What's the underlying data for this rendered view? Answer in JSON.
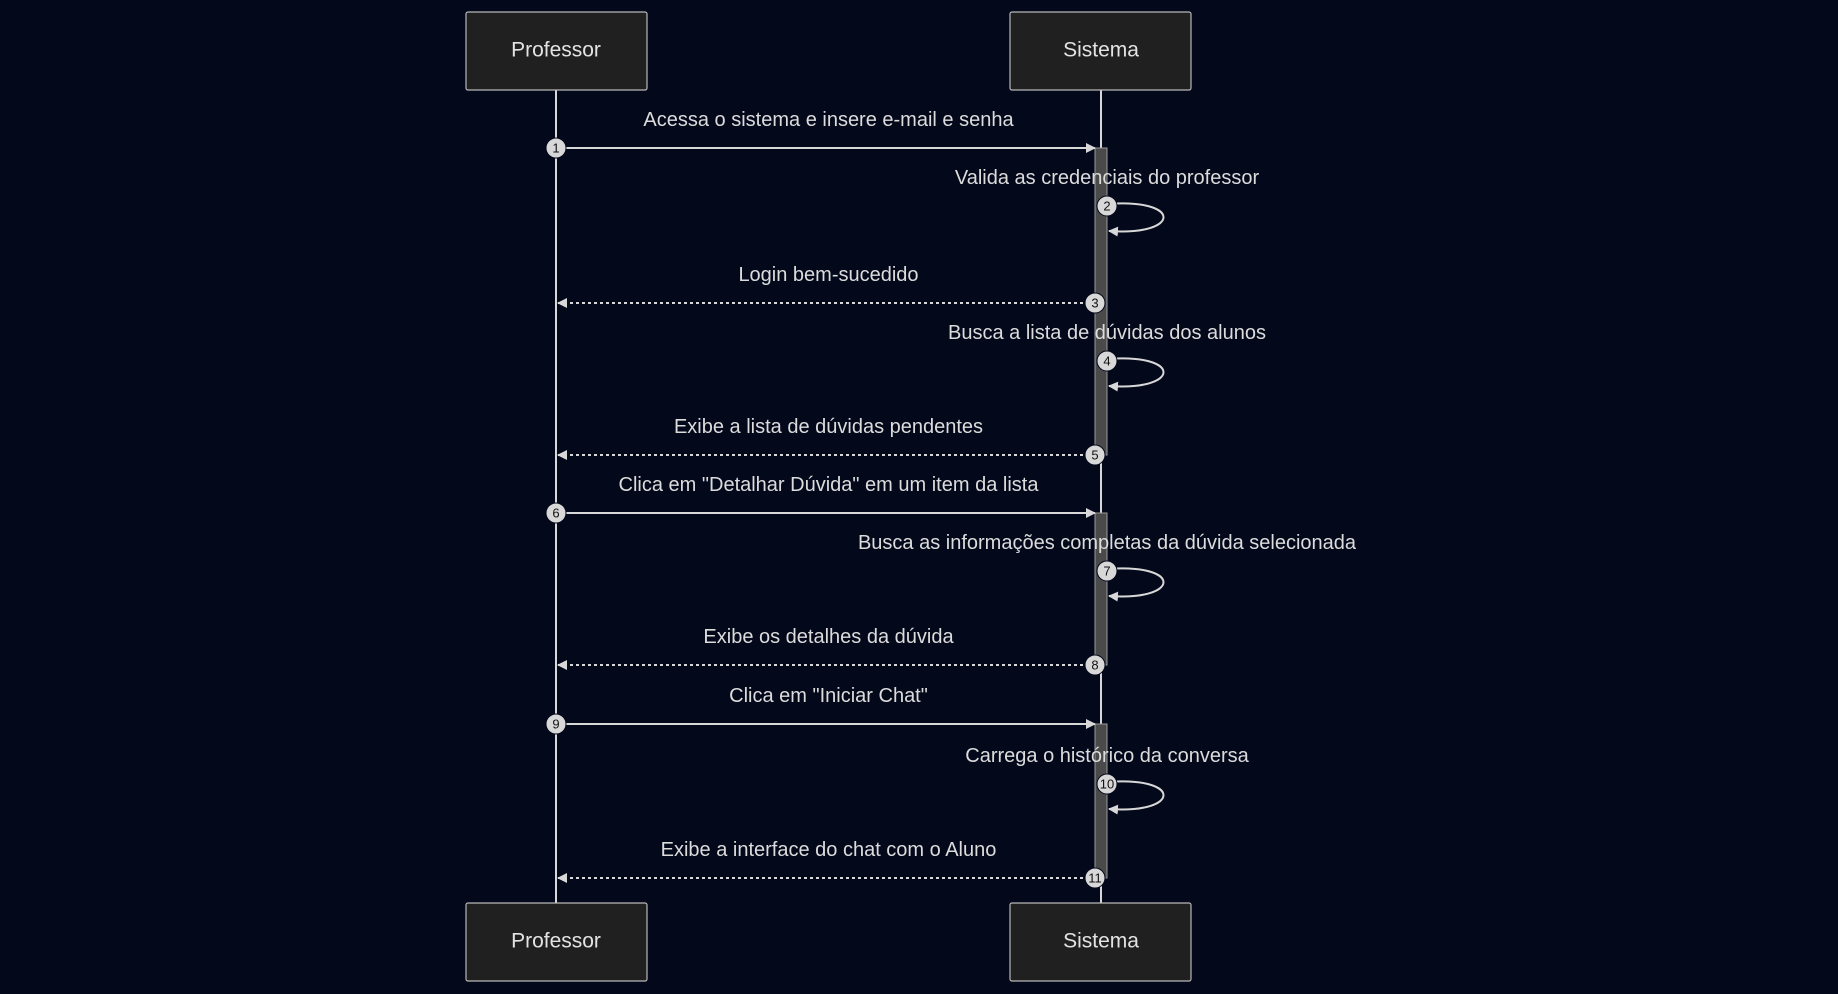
{
  "diagram": {
    "participants": [
      {
        "id": "professor",
        "label": "Professor"
      },
      {
        "id": "sistema",
        "label": "Sistema"
      }
    ],
    "messages": [
      {
        "num": "1",
        "from": "professor",
        "to": "sistema",
        "kind": "sync",
        "text": "Acessa o sistema e insere e-mail e senha"
      },
      {
        "num": "2",
        "from": "sistema",
        "to": "sistema",
        "kind": "self",
        "text": "Valida as credenciais do professor"
      },
      {
        "num": "3",
        "from": "sistema",
        "to": "professor",
        "kind": "reply",
        "text": "Login bem-sucedido"
      },
      {
        "num": "4",
        "from": "sistema",
        "to": "sistema",
        "kind": "self",
        "text": "Busca a lista de dúvidas dos alunos"
      },
      {
        "num": "5",
        "from": "sistema",
        "to": "professor",
        "kind": "reply",
        "text": "Exibe a lista de dúvidas pendentes"
      },
      {
        "num": "6",
        "from": "professor",
        "to": "sistema",
        "kind": "sync",
        "text": "Clica em \"Detalhar Dúvida\" em um item da lista"
      },
      {
        "num": "7",
        "from": "sistema",
        "to": "sistema",
        "kind": "self",
        "text": "Busca as informações completas da dúvida selecionada"
      },
      {
        "num": "8",
        "from": "sistema",
        "to": "professor",
        "kind": "reply",
        "text": "Exibe os detalhes da dúvida"
      },
      {
        "num": "9",
        "from": "professor",
        "to": "sistema",
        "kind": "sync",
        "text": "Clica em \"Iniciar Chat\""
      },
      {
        "num": "10",
        "from": "sistema",
        "to": "sistema",
        "kind": "self",
        "text": "Carrega o histórico da conversa"
      },
      {
        "num": "11",
        "from": "sistema",
        "to": "professor",
        "kind": "reply",
        "text": "Exibe a interface do chat com o Aluno"
      }
    ]
  },
  "colors": {
    "background": "#03081a",
    "actor_fill": "#202020",
    "actor_stroke": "#b8b8b8",
    "line": "#d8d8d8",
    "activation_fill": "#4a4a4a",
    "badge_fill": "#d8d8d8"
  }
}
